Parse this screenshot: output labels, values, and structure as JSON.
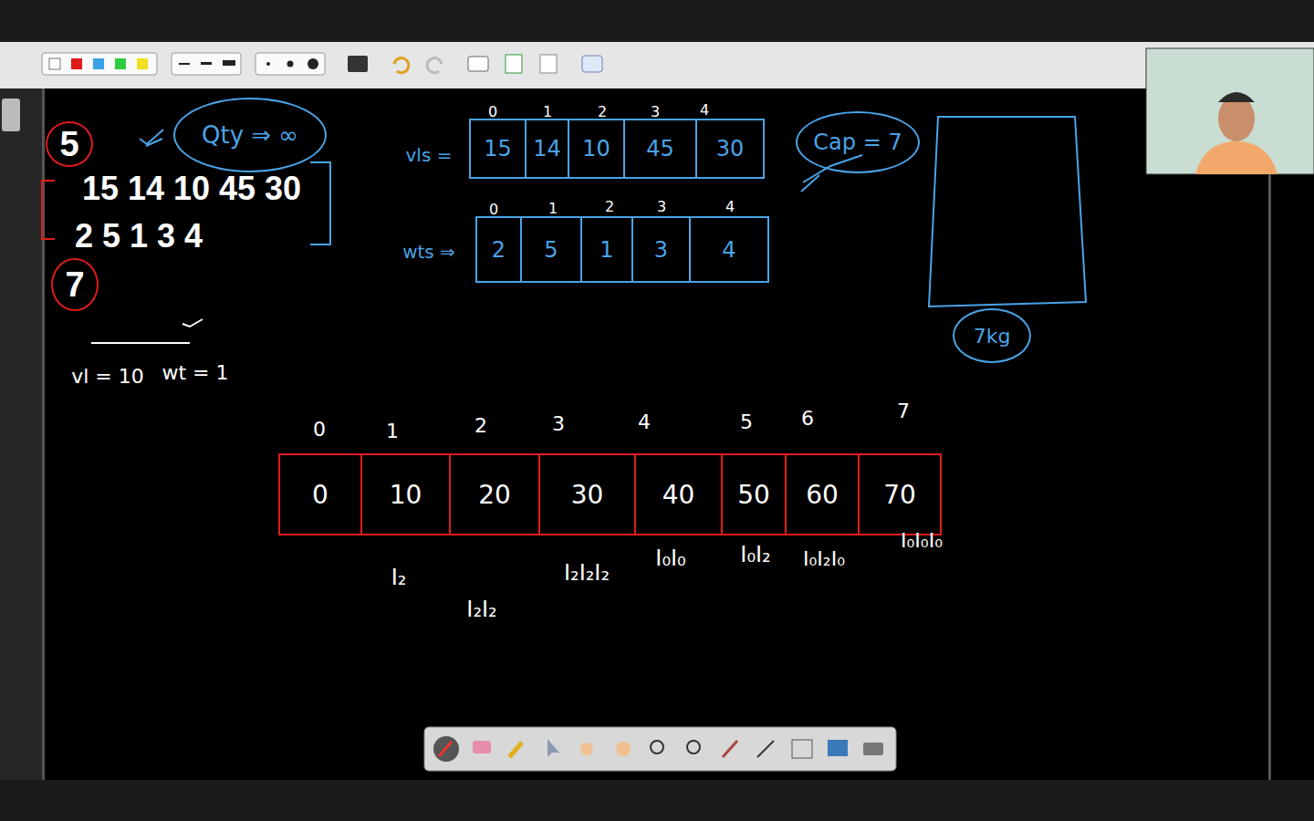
{
  "diagram": {
    "nodes": [
      {
        "text": [
          "5"
        ]
      },
      {
        "text": [
          "Qty ⇒ ∞"
        ]
      },
      {
        "text": [
          "7"
        ]
      },
      {
        "text": [
          "15"
        ]
      },
      {
        "text": [
          "14"
        ]
      },
      {
        "text": [
          "10"
        ]
      },
      {
        "text": [
          "45"
        ]
      },
      {
        "text": [
          "30"
        ]
      },
      {
        "text": [
          "Cap = 7"
        ]
      },
      {
        "text": [
          "2"
        ]
      },
      {
        "text": [
          "5"
        ]
      },
      {
        "text": [
          "1"
        ]
      },
      {
        "text": [
          "3"
        ]
      },
      {
        "text": [
          "4"
        ]
      },
      {
        "text": [
          "7kg"
        ]
      },
      {
        "text": [
          "0"
        ]
      },
      {
        "text": [
          "10"
        ]
      },
      {
        "text": [
          "20"
        ]
      },
      {
        "text": [
          "30"
        ]
      },
      {
        "text": [
          "40"
        ]
      },
      {
        "text": [
          "50"
        ]
      },
      {
        "text": [
          "60"
        ]
      },
      {
        "text": [
          "70"
        ]
      }
    ],
    "labels": [
      "15 14 10 45 30",
      "2 5 1 3 4",
      "vl = 10",
      "wt = 1",
      "vls =",
      "0",
      "1",
      "2",
      "3",
      "4",
      "wts ⇒",
      "0",
      "1",
      "2",
      "3",
      "4",
      "0",
      "1",
      "2",
      "3",
      "4",
      "5",
      "6",
      "7",
      "I₂",
      "I₂I₂",
      "I₂I₂I₂",
      "I₀I₀",
      "I₀I₂",
      "I₀I₂I₀",
      "I₀I₀I₀"
    ]
  }
}
